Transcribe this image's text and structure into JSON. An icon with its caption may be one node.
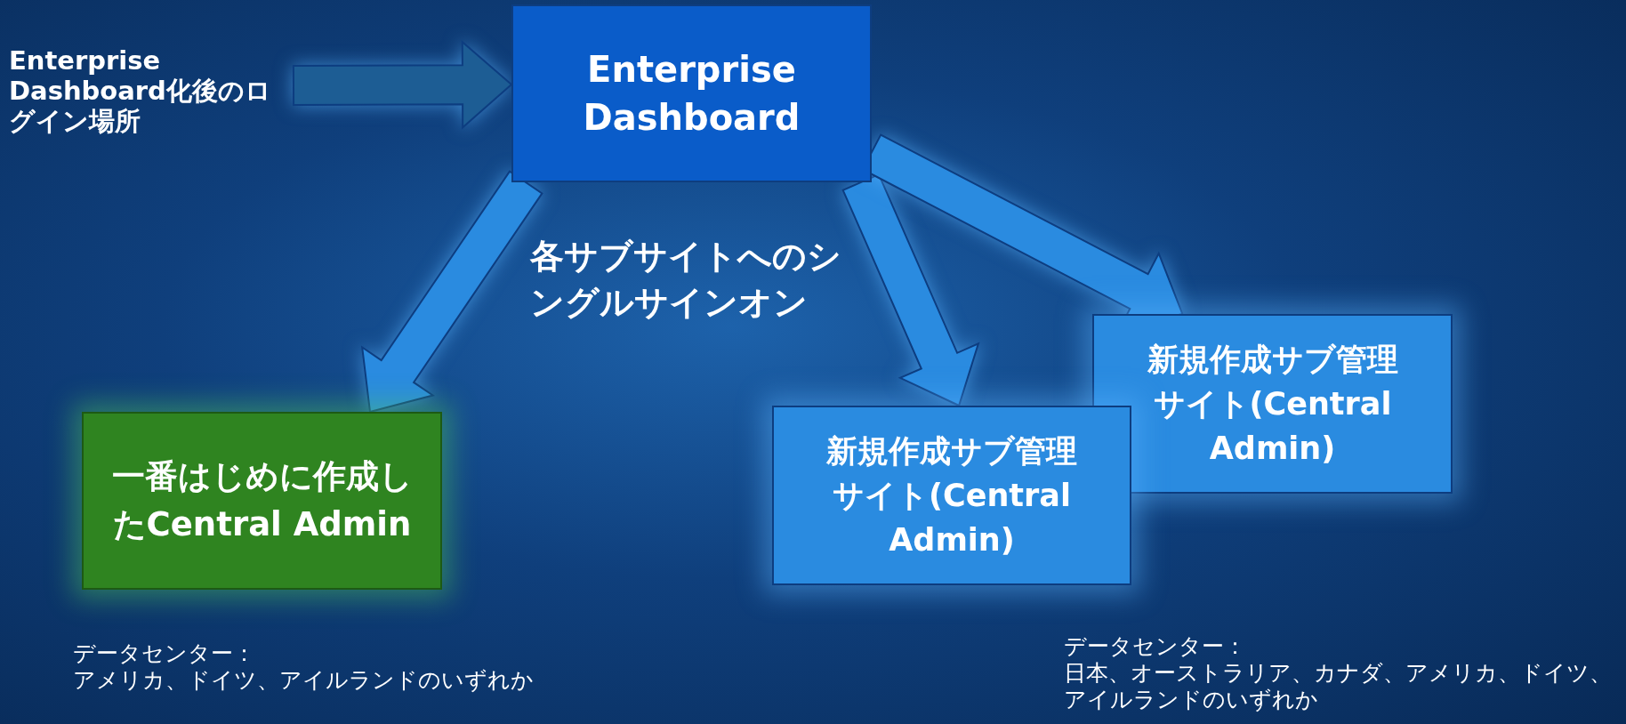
{
  "diagram": {
    "nodes": [
      {
        "text": [
          "Enterprise Dashboard化後のログイン場所"
        ]
      },
      {
        "text": [
          "Enterprise Dashboard"
        ]
      },
      {
        "text": [
          "一番はじめに作成したCentral Admin"
        ],
        "beside": [
          "データセンター：",
          "アメリカ、ドイツ、アイルランドのいずれか"
        ]
      },
      {
        "text": [
          "新規作成サブ管理サイト(Central Admin)"
        ],
        "beside": [
          "データセンター：",
          "日本、オーストラリア、カナダ、アメリカ、ドイツ、アイルランドのいずれか"
        ]
      },
      {
        "text": [
          "新規作成サブ管理サイト(Central Admin)"
        ]
      }
    ],
    "edges": [
      {
        "from": 0,
        "to": 1,
        "arrow": "to",
        "style": "thick",
        "color": "#1d5d94"
      },
      {
        "from": 1,
        "to": 2,
        "arrow": "to",
        "style": "thick"
      },
      {
        "from": 1,
        "to": 4,
        "arrow": "to",
        "style": "thick"
      },
      {
        "from": 1,
        "to": 3,
        "arrow": "to",
        "style": "thick"
      }
    ],
    "labels": [
      "各サブサイトへのシングルサインオン"
    ]
  }
}
